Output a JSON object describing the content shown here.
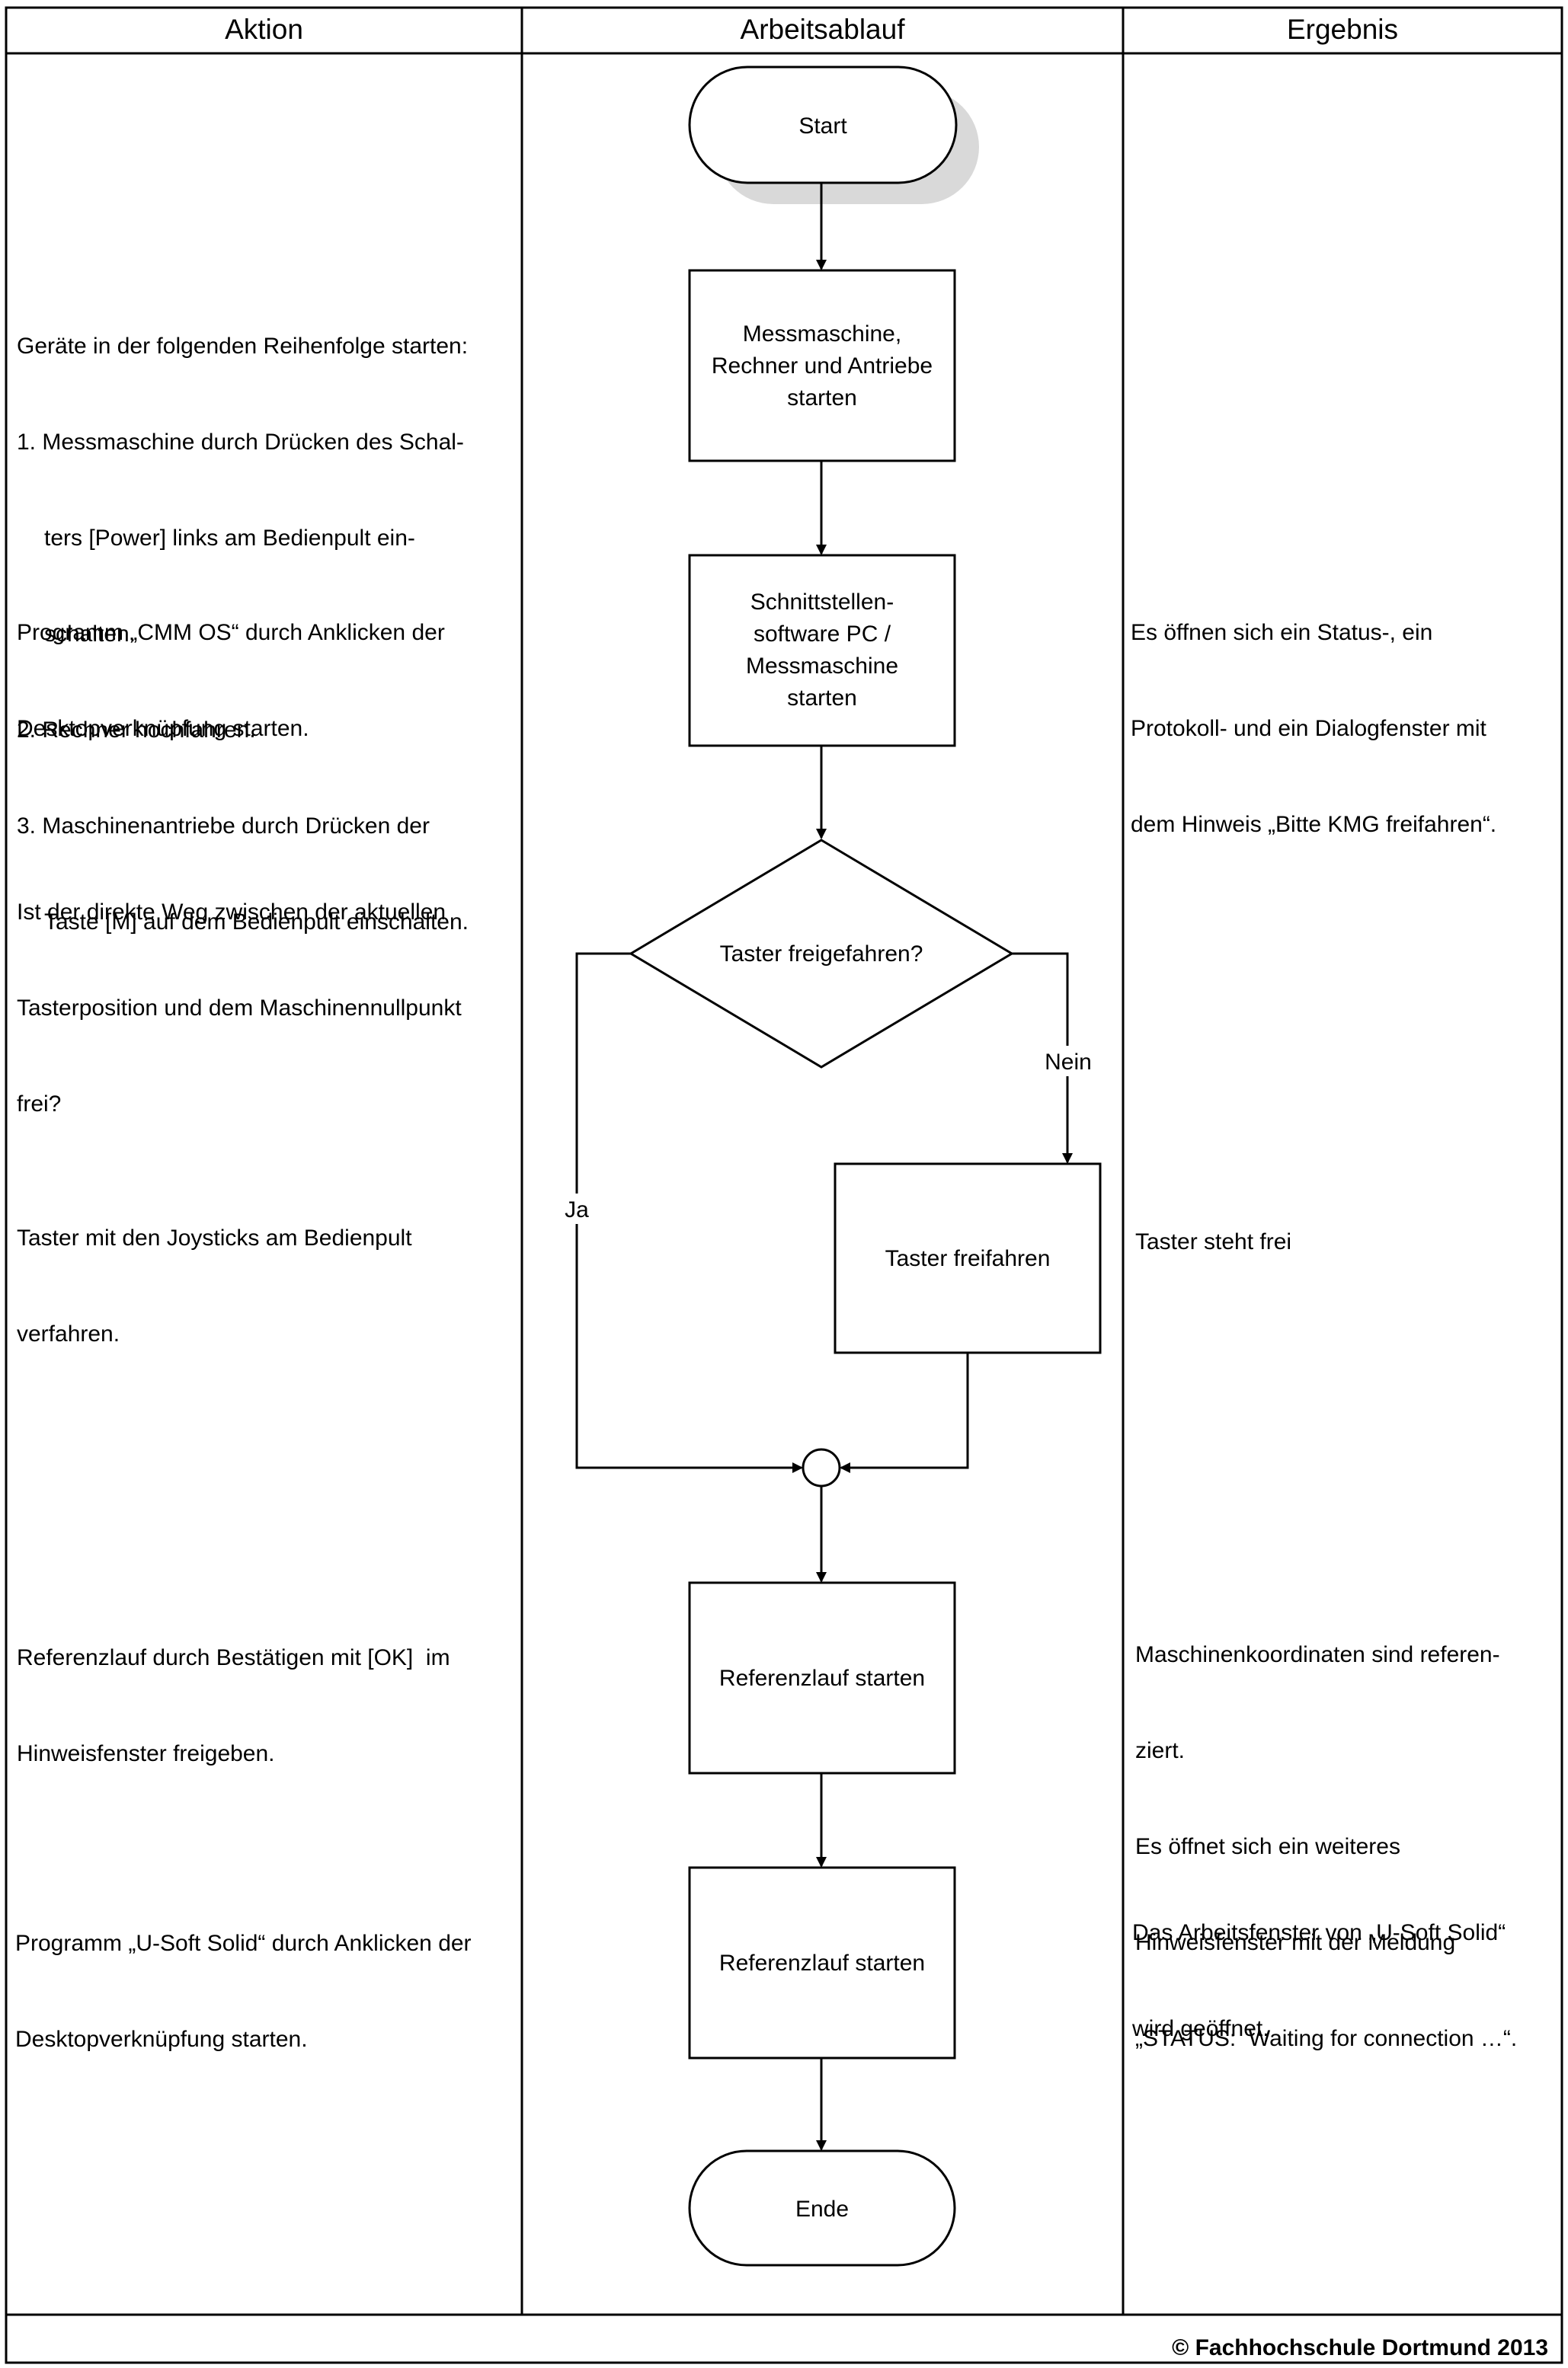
{
  "columns": {
    "aktion": "Aktion",
    "ablauf": "Arbeitsablauf",
    "ergebnis": "Ergebnis"
  },
  "flow": {
    "start": "Start",
    "step1": [
      "Messmaschine,",
      "Rechner und Antriebe",
      "starten"
    ],
    "step2": [
      "Schnittstellen-",
      "software PC  /",
      "Messmaschine",
      "starten"
    ],
    "decision": "Taster freigefahren?",
    "no_label": "Nein",
    "yes_label": "Ja",
    "step3": "Taster freifahren",
    "step4": "Referenzlauf starten",
    "step5": "Referenzlauf starten",
    "end": "Ende"
  },
  "aktion": {
    "a1": {
      "line1": "Geräte in der folgenden Reihenfolge starten:",
      "line2": "1. Messmaschine durch Drücken des Schal-",
      "line3": "ters [Power] links am Bedienpult ein-",
      "line4": "schalten.",
      "line5": "2. Rechner hochfahren.",
      "line6": "3. Maschinenantriebe durch Drücken der",
      "line7": "Taste [M] auf dem Bedienpult einschalten."
    },
    "a2": {
      "line1": "Programm „CMM OS“ durch Anklicken der",
      "line2": "Desktopverknüpfung starten."
    },
    "a3": {
      "line1": "Ist der direkte Weg zwischen der aktuellen",
      "line2": "Tasterposition und dem Maschinennullpunkt",
      "line3": "frei?"
    },
    "a4": {
      "line1": "Taster mit den Joysticks am Bedienpult",
      "line2": "verfahren."
    },
    "a5": {
      "line1": "Referenzlauf durch Bestätigen mit [OK]  im",
      "line2": "Hinweisfenster freigeben."
    },
    "a6": {
      "line1": "Programm „U-Soft Solid“ durch Anklicken der",
      "line2": "Desktopverknüpfung starten."
    }
  },
  "ergebnis": {
    "e1": {
      "line1": "Es öffnen sich ein Status-, ein",
      "line2": "Protokoll- und ein Dialogfenster mit",
      "line3": "dem Hinweis „Bitte KMG freifahren“."
    },
    "e2": {
      "line1": "Taster steht frei"
    },
    "e3": {
      "line1": "Maschinenkoordinaten sind referen-",
      "line2": "ziert.",
      "line3": "Es öffnet sich ein weiteres",
      "line4": "Hinweisfenster mit der Meldung",
      "line5": "„STATUS:  Waiting for connection …“."
    },
    "e4": {
      "line1": "Das Arbeitsfenster von „U-Soft Solid“",
      "line2": "wird geöffnet."
    }
  },
  "footer": "© Fachhochschule Dortmund 2013"
}
